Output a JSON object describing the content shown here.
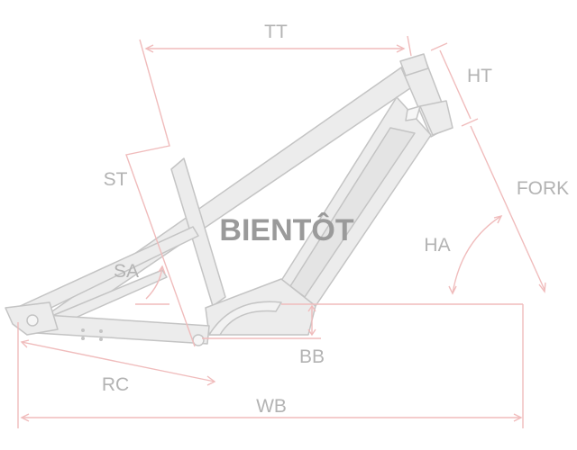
{
  "title": "BIENTÔT",
  "labels": {
    "tt": "TT",
    "ht": "HT",
    "fork": "FORK",
    "st": "ST",
    "ha": "HA",
    "sa": "SA",
    "bb": "BB",
    "rc": "RC",
    "wb": "WB"
  },
  "colors": {
    "frame_fill": "#ececec",
    "frame_stroke": "#c4c4c4",
    "dimension": "#f0bcbc",
    "label": "#b3b3b3",
    "title": "#9a9a9a"
  }
}
